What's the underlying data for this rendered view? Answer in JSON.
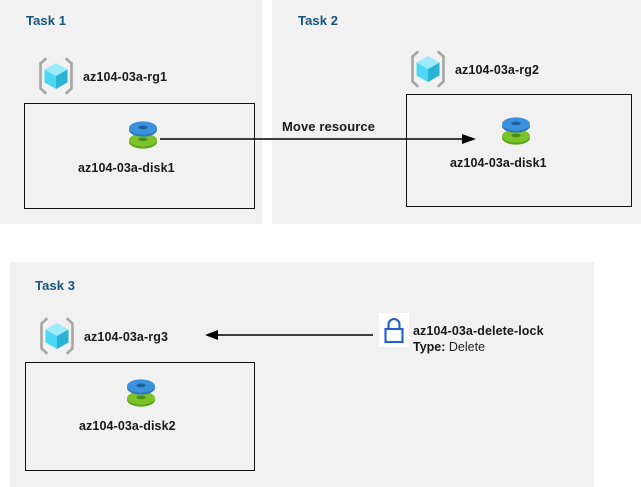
{
  "diagram": {
    "title": "Azure resource group tasks diagram",
    "colors": {
      "panel_background": "#f1f1f1",
      "page_background": "#ffffff",
      "task_title": "#17547f",
      "label_text": "#191919",
      "box_border": "#111111",
      "arrow": "#000000",
      "lock_outline": "#1f5fd0",
      "cube_top": "#9bebfb",
      "cube_left": "#4cd8f5",
      "cube_right": "#2bb3d6",
      "cube_bracket": "#a6a6a6",
      "disk_blue": "#3a8fdc",
      "disk_green": "#72b62c"
    },
    "panels": [
      {
        "id": "task1",
        "title": "Task 1",
        "resource_group": {
          "label": "az104-03a-rg1",
          "icon": "resource-group-cube-icon"
        },
        "resource": {
          "label": "az104-03a-disk1",
          "icon": "managed-disk-icon"
        }
      },
      {
        "id": "task2",
        "title": "Task 2",
        "resource_group": {
          "label": "az104-03a-rg2",
          "icon": "resource-group-cube-icon"
        },
        "resource": {
          "label": "az104-03a-disk1",
          "icon": "managed-disk-icon"
        }
      },
      {
        "id": "task3",
        "title": "Task 3",
        "resource_group": {
          "label": "az104-03a-rg3",
          "icon": "resource-group-cube-icon"
        },
        "resource": {
          "label": "az104-03a-disk2",
          "icon": "managed-disk-icon"
        },
        "lock": {
          "name": "az104-03a-delete-lock",
          "type_key": "Type:",
          "type_value": "Delete",
          "icon": "padlock-icon"
        }
      }
    ],
    "connectors": [
      {
        "id": "move-resource",
        "label": "Move resource",
        "direction": "right",
        "from": "az104-03a-disk1 in az104-03a-rg1",
        "to": "az104-03a-rg2"
      },
      {
        "id": "lock-applies-to",
        "label": "",
        "direction": "left",
        "from": "az104-03a-delete-lock",
        "to": "az104-03a-rg3"
      }
    ]
  }
}
